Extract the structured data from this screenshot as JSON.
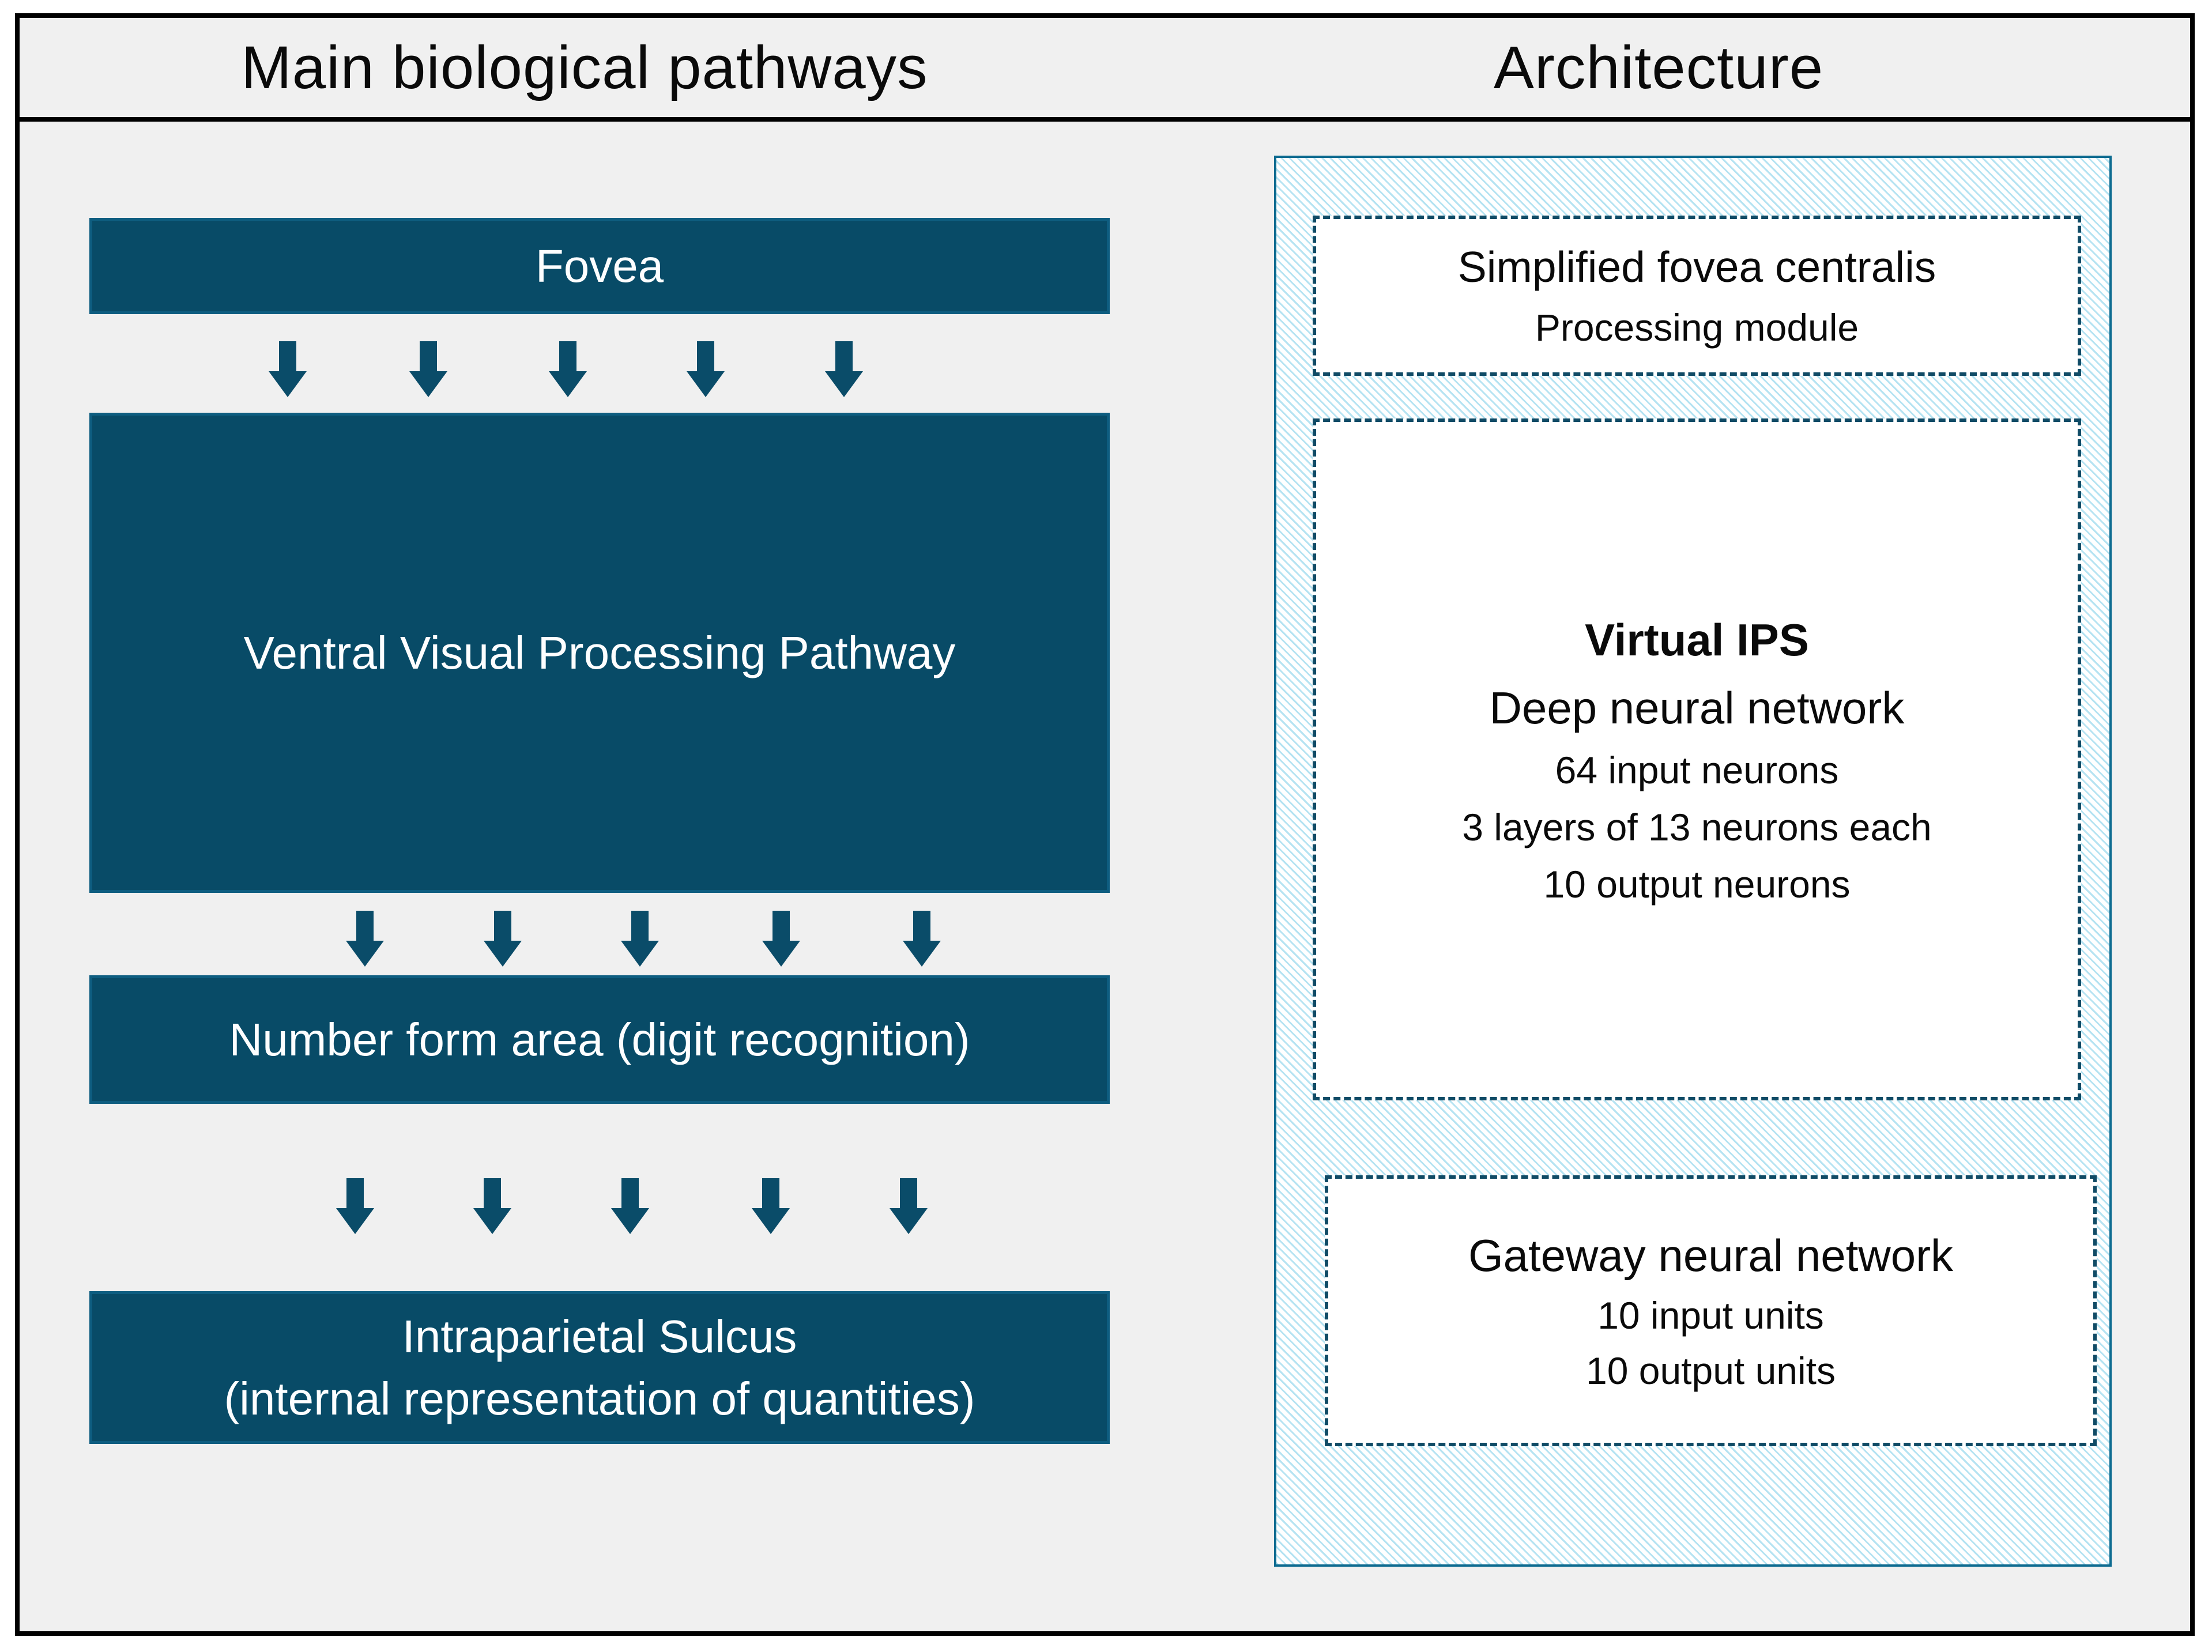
{
  "header": {
    "left_title": "Main biological pathways",
    "right_title": "Architecture"
  },
  "pathway": {
    "fovea": {
      "label": "Fovea"
    },
    "ventral": {
      "label": "Ventral Visual Processing Pathway"
    },
    "number_form_area": {
      "label": "Number form area (digit recognition)"
    },
    "intraparietal_sulcus": {
      "label_line1": "Intraparietal Sulcus",
      "label_line2": "(internal representation of quantities)"
    }
  },
  "architecture": {
    "fovea_module": {
      "title": "Simplified fovea centralis",
      "subtitle": "Processing module"
    },
    "virtual_ips": {
      "title": "Virtual IPS",
      "subtitle": "Deep neural network",
      "lines": [
        "64 input neurons",
        "3 layers of 13 neurons each",
        "10 output neurons"
      ]
    },
    "gateway": {
      "title": "Gateway neural network",
      "lines": [
        "10 input units",
        "10 output units"
      ]
    }
  },
  "colors": {
    "box_fill": "#084b67",
    "box_border": "#0e5d80",
    "arrow": "#0a4c69",
    "panel_border": "#0d6b90",
    "dashed_border": "#104b66",
    "hatch_line": "#b5e3f2",
    "background": "#f0f0f0",
    "frame": "#000000",
    "box_text": "#fdfeff",
    "text": "#0a0a0a"
  }
}
